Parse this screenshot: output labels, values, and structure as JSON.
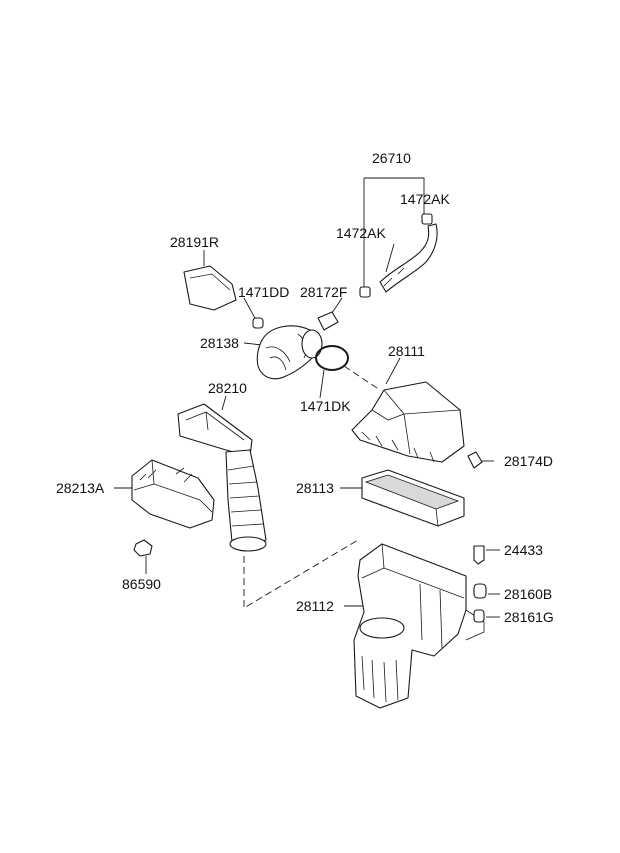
{
  "labels": {
    "p26710": "26710",
    "p1472AK_a": "1472AK",
    "p1472AK_b": "1472AK",
    "p28191R": "28191R",
    "p1471DD": "1471DD",
    "p28172F": "28172F",
    "p28138": "28138",
    "p28111": "28111",
    "p28210": "28210",
    "p1471DK": "1471DK",
    "p28174D": "28174D",
    "p28213A": "28213A",
    "p28113": "28113",
    "p24433": "24433",
    "p86590": "86590",
    "p28160B": "28160B",
    "p28112": "28112",
    "p28161G": "28161G"
  }
}
